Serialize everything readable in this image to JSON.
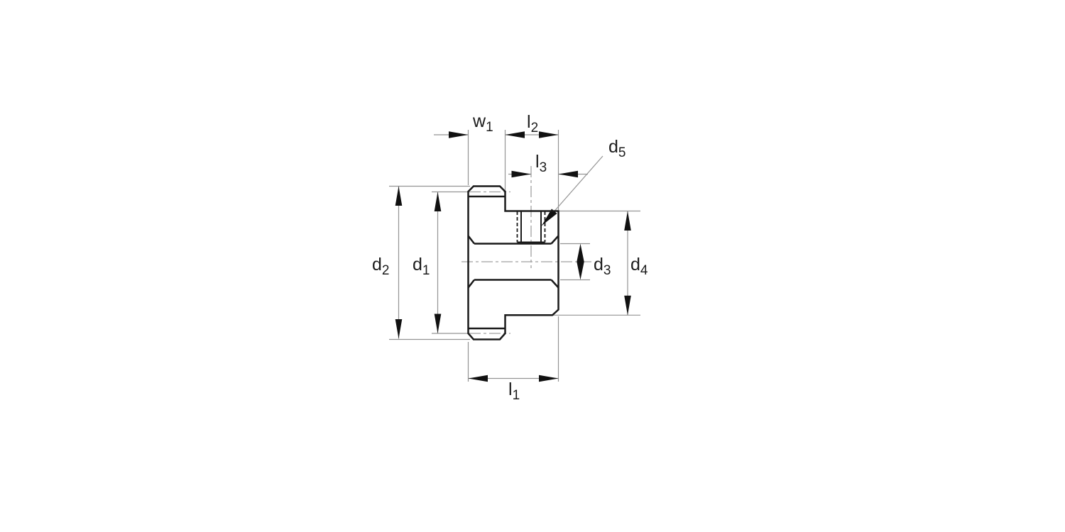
{
  "diagram": {
    "type": "technical-drawing",
    "description": "Cross-section dimension drawing of a gear with hub, center bore and set-screw hole",
    "colors": {
      "background": "#ffffff",
      "outline": "#1a1a1a",
      "thin_line": "#949494",
      "centerline": "#a0a0a0",
      "arrow": "#111111",
      "text": "#1c1c1c"
    },
    "labels": {
      "w1": {
        "main": "w",
        "sub": "1"
      },
      "l2": {
        "main": "l",
        "sub": "2"
      },
      "l3": {
        "main": "l",
        "sub": "3"
      },
      "d5": {
        "main": "d",
        "sub": "5"
      },
      "d2": {
        "main": "d",
        "sub": "2"
      },
      "d1": {
        "main": "d",
        "sub": "1"
      },
      "d3": {
        "main": "d",
        "sub": "3"
      },
      "d4": {
        "main": "d",
        "sub": "4"
      },
      "l1": {
        "main": "l",
        "sub": "1"
      }
    }
  }
}
